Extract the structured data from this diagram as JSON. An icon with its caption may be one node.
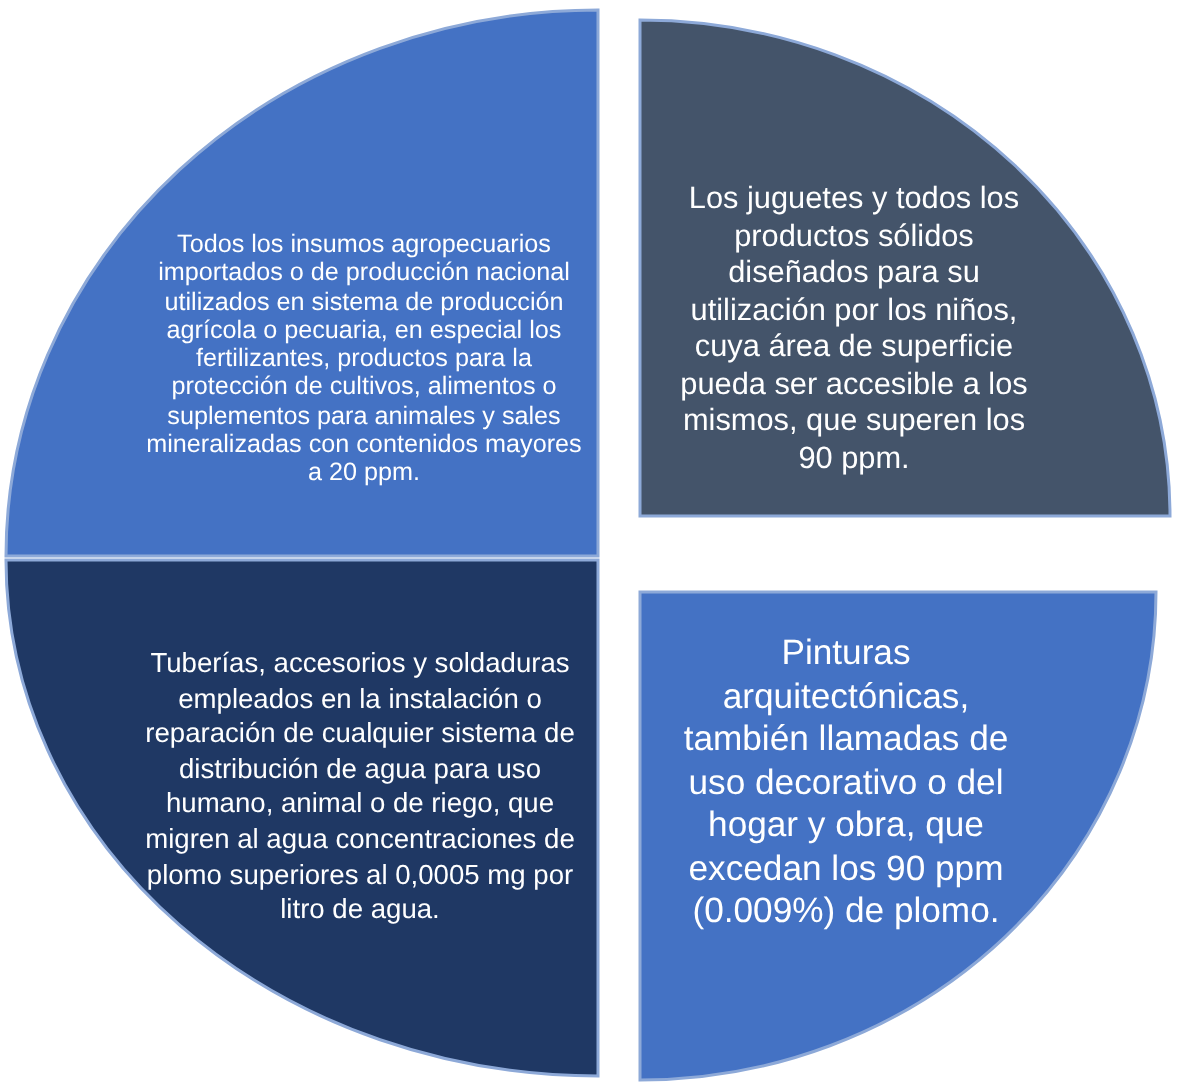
{
  "diagram": {
    "nodes": [
      {
        "text": [
          "Todos los insumos agropecuarios importados o de producción nacional utilizados en sistema de producción agrícola o pecuaria, en especial los fertilizantes, productos para la protección de cultivos, alimentos o suplementos para animales y sales mineralizadas con contenidos mayores a 20 ppm."
        ]
      },
      {
        "text": [
          "Los juguetes y todos los productos sólidos diseñados para su utilización por los niños, cuya área de superficie pueda ser accesible a los mismos, que superen los 90 ppm."
        ]
      },
      {
        "text": [
          "Tuberías, accesorios y soldaduras empleados en la instalación o reparación de cualquier sistema de distribución de agua para uso humano, animal o de riego, que migren al agua concentraciones de plomo superiores al 0,0005 mg por litro de agua."
        ]
      },
      {
        "text": [
          "Pinturas arquitectónicas, también llamadas de uso decorativo o del hogar y obra, que excedan los 90 ppm (0.009%) de plomo."
        ]
      }
    ]
  }
}
